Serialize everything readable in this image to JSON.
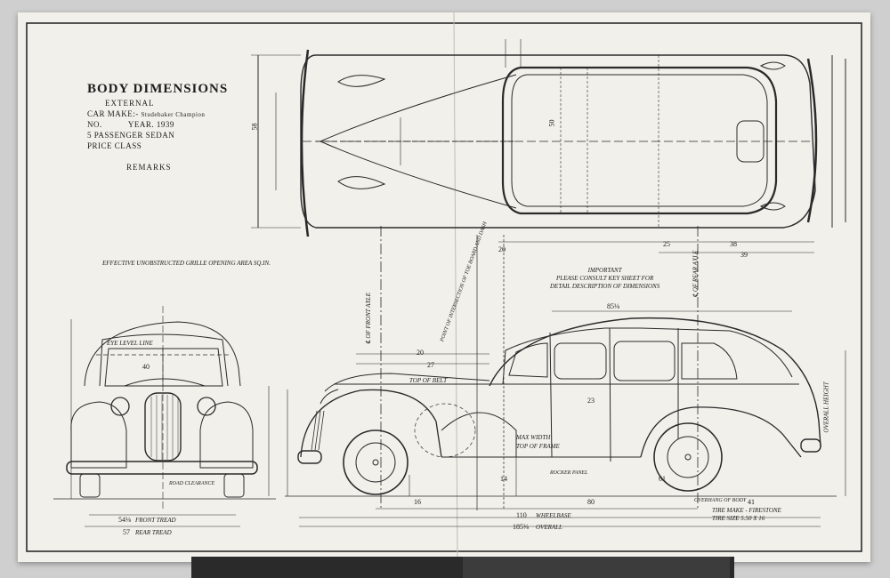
{
  "title_block": {
    "title": "BODY DIMENSIONS",
    "subtitle": "EXTERNAL",
    "car_make_label": "CAR MAKE:-",
    "car_make": "Studebaker Champion",
    "no_label": "NO.",
    "year_label": "YEAR.",
    "year": "1939",
    "body_type": "5   PASSENGER SEDAN",
    "price_class_label": "PRICE CLASS",
    "remarks_label": "REMARKS"
  },
  "notes": {
    "grille_area": "EFFECTIVE UNOBSTRUCTED GRILLE OPENING AREA       SQ.IN.",
    "important_title": "IMPORTANT",
    "important_line1": "PLEASE CONSULT KEY SHEET FOR",
    "important_line2": "DETAIL DESCRIPTION OF DIMENSIONS"
  },
  "labels": {
    "front_axle": "℄ OF FRONT AXLE",
    "rear_axle": "℄ OF REAR AXLE",
    "toe_board": "POINT OF INTERSECTION OF TOE BOARD AND DASH",
    "eye_level": "EYE LEVEL LINE",
    "top_of_belt": "TOP OF BELT",
    "top_of_frame": "TOP OF FRAME",
    "max_width": "MAX WIDTH",
    "rocker_panel": "ROCKER PANEL",
    "road_clearance": "ROAD CLEARANCE",
    "front_tread": "FRONT TREAD",
    "rear_tread": "REAR TREAD",
    "wheelbase": "WHEELBASE",
    "overall": "OVERALL",
    "overhang": "OVERHANG OF BODY",
    "tire_make": "TIRE MAKE - FIRESTONE",
    "tire_size": "TIRE SIZE  5.50 X 16",
    "overall_height": "OVERALL HEIGHT"
  },
  "dimensions": {
    "front_tread": "54⅛",
    "rear_tread": "57",
    "wheelbase": "110",
    "overall_length": "185⅜",
    "body_width": "85⅛",
    "top_20": "20",
    "top_25": "25",
    "top_38": "38",
    "top_39": "39",
    "side_20": "20",
    "side_27": "27",
    "side_61": "61",
    "side_80": "80",
    "side_41": "41",
    "side_16": "16",
    "side_14": "14",
    "side_40": "40",
    "side_23": "23",
    "front_58": "58",
    "plan_50": "50"
  },
  "colors": {
    "paper": "#f1f0ea",
    "ink": "#2a2a2a",
    "background": "#cfcfcf"
  }
}
